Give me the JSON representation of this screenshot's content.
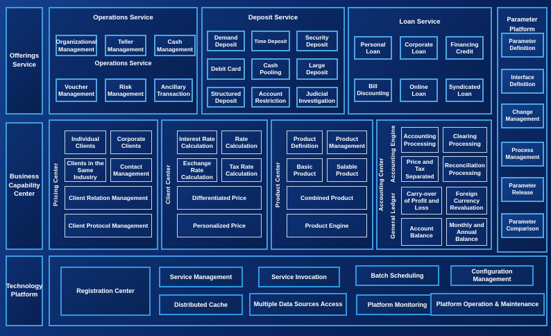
{
  "colors": {
    "background_navy": "#0a2660",
    "panel_border_blue": "#3f9ddf",
    "inner_box_border_blue": "#4fa6e3",
    "inner_box_border_light": "#c8d8ea",
    "text_white": "#ffffff"
  },
  "left_sidebar": [
    "Offerings Service",
    "Business Capability Center",
    "Technology Platform"
  ],
  "top_sections": [
    {
      "title": "Operations Service",
      "subtitle": "Operations Service",
      "row1": [
        "Organizational Management",
        "Teller Management",
        "Cash Management"
      ],
      "row2": [
        "Voucher Management",
        "Risk Management",
        "Ancillary Transaction"
      ]
    },
    {
      "title": "Deposit Service",
      "cells": [
        "Demand Deposit",
        "Time Deposit",
        "Security Deposit",
        "Debit Card",
        "Cash Pooling",
        "Large Deposit",
        "Structured Deposit",
        "Account Restriction",
        "Judicial Investigation"
      ]
    },
    {
      "title": "Loan Service",
      "cells": [
        "Personal Loan",
        "Corporate Loan",
        "Financing Credit",
        "Bill Discounting",
        "Online Loan",
        "Syndicated Loan"
      ]
    }
  ],
  "parameter_platform": {
    "title": "Parameter Platform",
    "items": [
      "Parameter Definition",
      "Interface Definition",
      "Change Management",
      "Process Management",
      "Parameter Release",
      "Parameter Comparison"
    ]
  },
  "capability_panels": [
    {
      "label": "Pricing Center",
      "small": [
        "Individual Clients",
        "Corporate Clients",
        "Clients in the Same Industry",
        "Contact Management"
      ],
      "wide": [
        "Client Relation Management",
        "Client Protocol Management"
      ]
    },
    {
      "label": "Client Center",
      "small": [
        "Interest Rate Calculation",
        "Rate Calculation",
        "Exchange Rate Calculation",
        "Tax Rate Calculation"
      ],
      "wide": [
        "Differentiated Price",
        "Personalized Price"
      ]
    },
    {
      "label": "Product Center",
      "small": [
        "Product Definition",
        "Product Management",
        "Basic Product",
        "Salable Product"
      ],
      "wide": [
        "Combined Product",
        "Product Engine"
      ]
    }
  ],
  "accounting_panel": {
    "label": "Accounting Center",
    "groups": [
      {
        "label": "Accounting Engine",
        "cells": [
          "Accounting Processing",
          "Clearing Processing",
          "Price and Tax Separated",
          "Reconciliation Processing"
        ]
      },
      {
        "label": "General Ledger",
        "cells": [
          "Carry-over of Profit and Loss",
          "Foreign Currency Revaluation",
          "Account Balance",
          "Monthly and Annual Balance"
        ]
      }
    ]
  },
  "technology_platform": {
    "registration": "Registration Center",
    "row1": [
      "Service Management",
      "Service Invocation",
      "Batch Scheduling",
      "Configuration Management"
    ],
    "row2": [
      "Distributed Cache",
      "Multiple Data Sources Access",
      "Platform Monitoring",
      "Platform Operation & Maintenance"
    ]
  }
}
